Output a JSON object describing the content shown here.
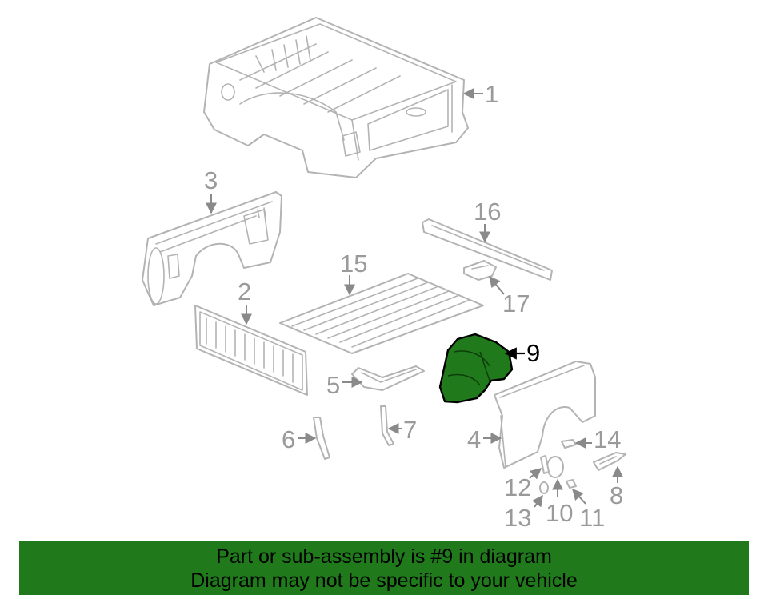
{
  "labels": {
    "p1": "1",
    "p2": "2",
    "p3": "3",
    "p4": "4",
    "p5": "5",
    "p6": "6",
    "p7": "7",
    "p8": "8",
    "p9": "9",
    "p10": "10",
    "p11": "11",
    "p12": "12",
    "p13": "13",
    "p14": "14",
    "p15": "15",
    "p16": "16",
    "p17": "17"
  },
  "highlight": {
    "part": "9",
    "color": "#207a1c"
  },
  "banner": {
    "line1": "Part or sub-assembly is #9 in diagram",
    "line2": "Diagram may not be specific to your vehicle",
    "color": "#207a1c"
  }
}
